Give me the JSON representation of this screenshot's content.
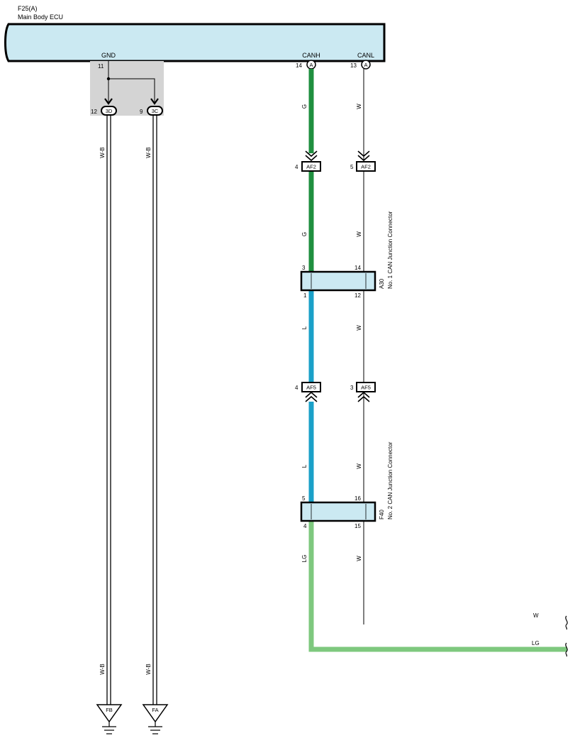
{
  "ecu": {
    "code": "F25(A)",
    "name": "Main Body ECU",
    "gnd_label": "GND",
    "canh_label": "CANH",
    "canl_label": "CANL",
    "gnd_pin": "11",
    "canh_pin": "14",
    "canl_pin": "13",
    "connector_letter": "A"
  },
  "ground_connectors": {
    "left": {
      "pin": "12",
      "code": "3D"
    },
    "right": {
      "pin": "9",
      "code": "3C"
    }
  },
  "wire_colors": {
    "g": "G",
    "w": "W",
    "l": "L",
    "lg": "LG",
    "wb": "W-B"
  },
  "af2": {
    "code": "AF2",
    "canh_pin": "4",
    "canl_pin": "5"
  },
  "a30": {
    "code": "A30",
    "name": "No. 1 CAN Junction Connector",
    "pin_tl": "3",
    "pin_tr": "14",
    "pin_bl": "1",
    "pin_br": "12"
  },
  "af5": {
    "code": "AF5",
    "canh_pin": "4",
    "canl_pin": "3"
  },
  "f40": {
    "code": "F40",
    "name": "No. 2 CAN Junction Connector",
    "pin_tl": "5",
    "pin_tr": "16",
    "pin_bl": "4",
    "pin_br": "15"
  },
  "grounds": {
    "left": "FB",
    "right": "FA"
  },
  "right_labels": {
    "w": "W",
    "lg": "LG"
  },
  "colors": {
    "ecu_fill": "#cbe9f2",
    "green_wire": "#1f8f3f",
    "blue_wire": "#1aa0c8",
    "light_green_wire": "#7ec87e",
    "shade": "#d4d4d4"
  }
}
